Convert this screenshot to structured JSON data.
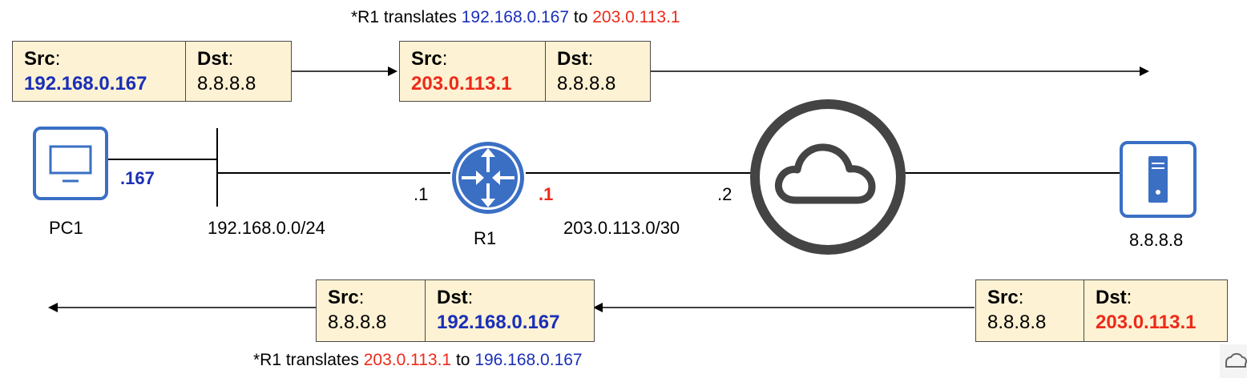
{
  "top_note": {
    "prefix": "*R1 translates ",
    "from": "192.168.0.167",
    "mid": " to ",
    "to": "203.0.113.1"
  },
  "bottom_note": {
    "prefix": "*R1 translates ",
    "from": "203.0.113.1",
    "mid": " to ",
    "to": "196.168.0.167"
  },
  "headers": {
    "h1": {
      "src_label": "Src",
      "dst_label": "Dst",
      "colon": ":",
      "src": "192.168.0.167",
      "dst": "8.8.8.8"
    },
    "h2": {
      "src_label": "Src",
      "dst_label": "Dst",
      "colon": ":",
      "src": "203.0.113.1",
      "dst": "8.8.8.8"
    },
    "h3": {
      "src_label": "Src",
      "dst_label": "Dst",
      "colon": ":",
      "src": "8.8.8.8",
      "dst": "192.168.0.167"
    },
    "h4": {
      "src_label": "Src",
      "dst_label": "Dst",
      "colon": ":",
      "src": "8.8.8.8",
      "dst": "203.0.113.1"
    }
  },
  "nodes": {
    "pc1": {
      "label": "PC1",
      "interface": ".167"
    },
    "r1": {
      "label": "R1",
      "lan_interface": ".1",
      "wan_interface": ".1"
    },
    "isp_interface": ".2",
    "server": {
      "label": "8.8.8.8"
    }
  },
  "networks": {
    "lan": "192.168.0.0/24",
    "wan": "203.0.113.0/30"
  },
  "colors": {
    "private": "#1a2fb8",
    "public": "#ee2a1a",
    "device": "#3a6fc4",
    "header_bg": "#fdf2d3"
  }
}
